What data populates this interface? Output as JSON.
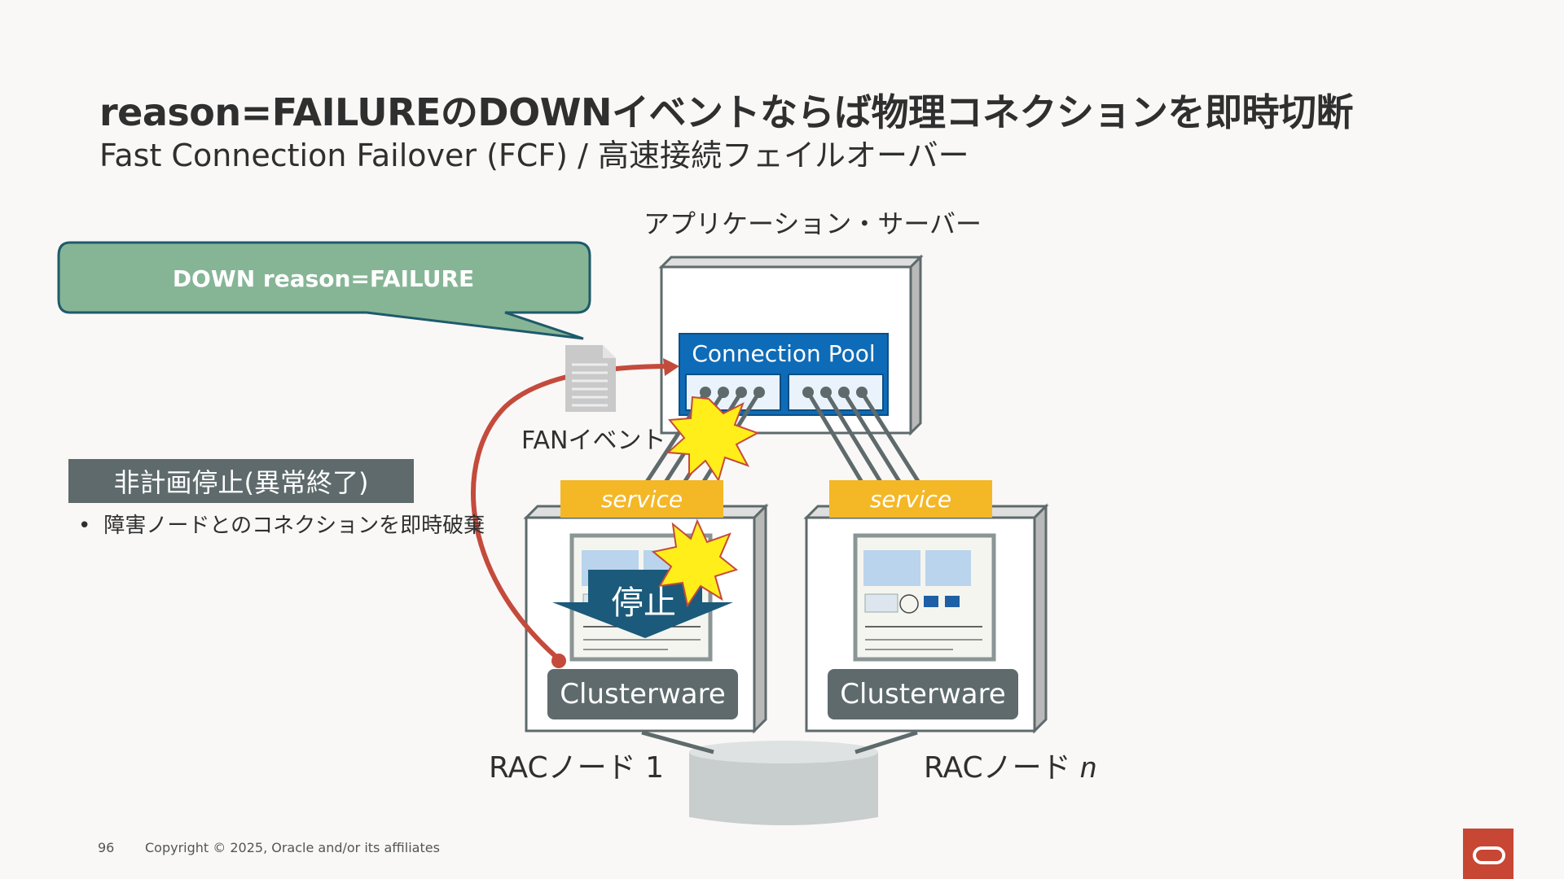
{
  "title": "reason=FAILUREのDOWNイベントならば物理コネクションを即時切断",
  "subtitle": "Fast Connection Failover (FCF) / 高速接続フェイルオーバー",
  "callout": {
    "text": "DOWN reason=FAILURE"
  },
  "unplanned": {
    "heading": "非計画停止(異常終了)",
    "bullet": "障害ノードとのコネクションを即時破棄"
  },
  "diagram": {
    "app_server_label": "アプリケーション・サーバー",
    "connection_pool_label": "Connection Pool",
    "fan_event_label": "FANイベント",
    "service_label": "service",
    "clusterware_label": "Clusterware",
    "stop_label": "停止",
    "node1_label": "RACノード 1",
    "noden_prefix": "RACノード ",
    "noden_suffix": "n"
  },
  "footer": {
    "page_number": "96",
    "copyright": "Copyright © 2025, Oracle and/or its affiliates"
  },
  "colors": {
    "callout_fill": "#86b596",
    "pool_blue": "#0e6bb7",
    "service_yellow": "#f4b726",
    "clusterware_gray": "#5e6a6b",
    "fan_arrow_red": "#c44b3c",
    "oracle_red": "#c74634"
  }
}
